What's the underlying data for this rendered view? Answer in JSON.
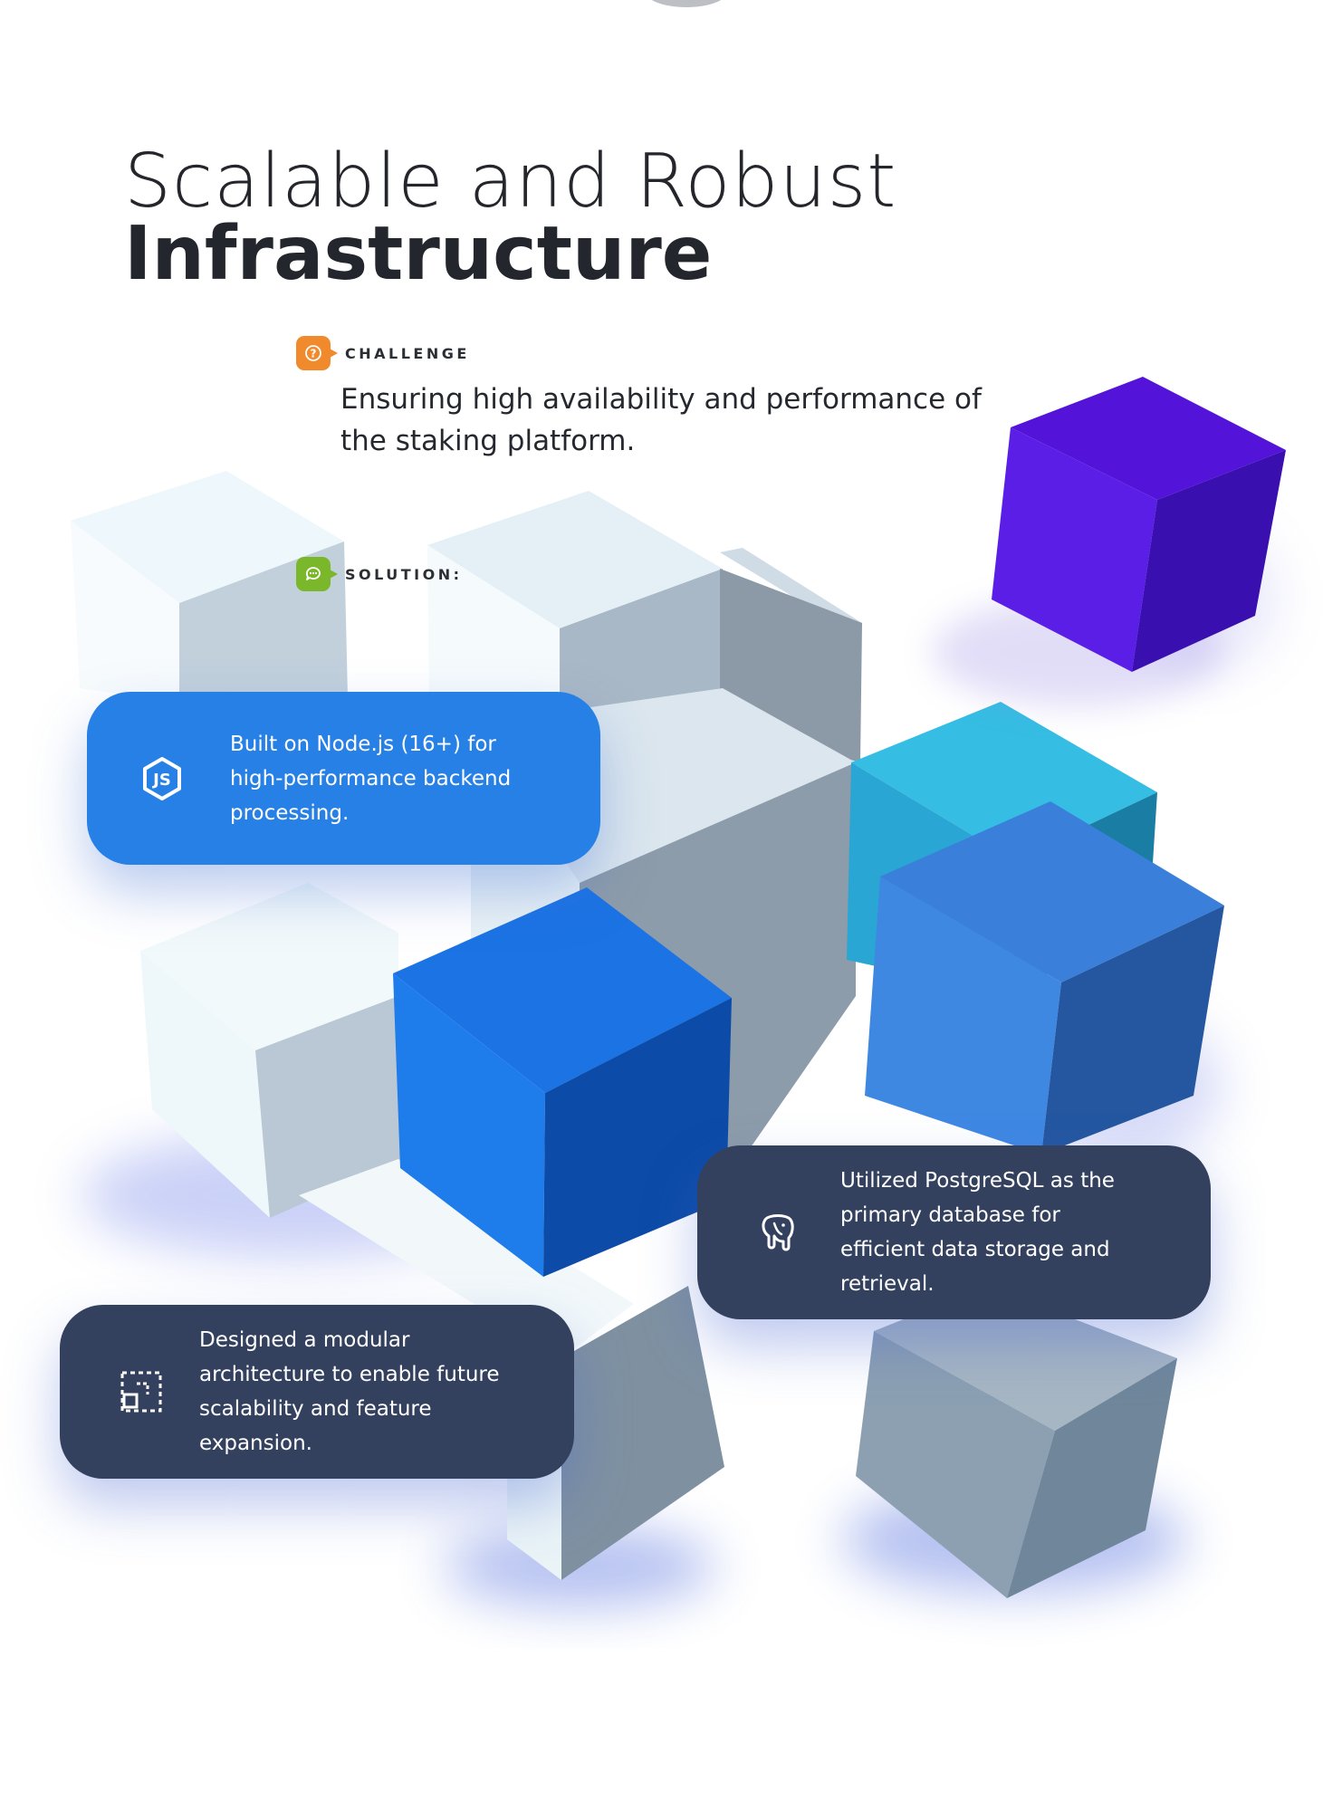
{
  "title": {
    "light": "Scalable and Robust",
    "bold": "Infrastructure"
  },
  "challenge": {
    "label": "CHALLENGE",
    "text": "Ensuring high availability and performance of the staking platform.",
    "icon": "question-chat-icon",
    "color": "#f08a2c"
  },
  "solution": {
    "label": "SOLUTION:",
    "icon": "chat-bubble-icon",
    "color": "#7ab72a"
  },
  "cards": [
    {
      "text": "Built on Node.js (16+) for high-performance backend processing.",
      "icon": "nodejs-icon",
      "color": "#2680e6"
    },
    {
      "text": "Utilized PostgreSQL as the primary database for efficient data storage and retrieval.",
      "icon": "postgresql-elephant-icon",
      "color": "#33405e"
    },
    {
      "text": "Designed a modular architecture to enable future scalability and feature expansion.",
      "icon": "modular-blocks-icon",
      "color": "#33405e"
    }
  ],
  "colors": {
    "cube_violet": "#5a1ee6",
    "cube_blue": "#1c75e4",
    "cube_cyan": "#2fb5dd",
    "cube_light_blue": "#3f86df",
    "cube_white": "#f4fbfd",
    "cube_grey": "#8ca0b2"
  }
}
